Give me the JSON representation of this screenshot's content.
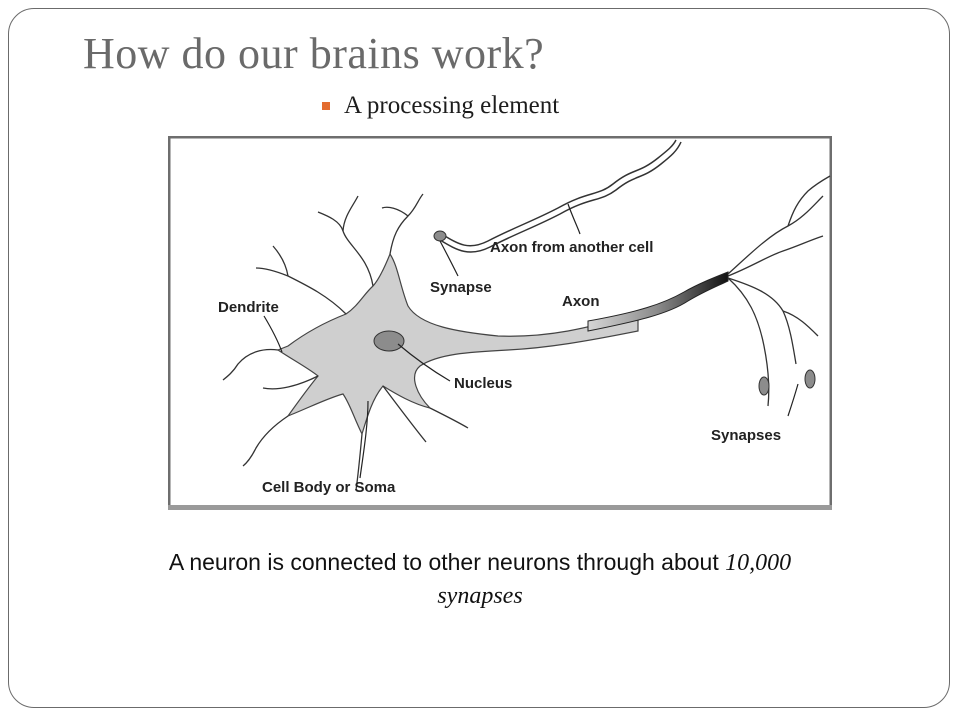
{
  "slide": {
    "title": "How do our brains work?",
    "bullet": "A processing element",
    "caption_before": "A neuron is connected to other neurons through about ",
    "caption_number": "10,000",
    "caption_after": "synapses"
  },
  "diagram": {
    "labels": {
      "dendrite": "Dendrite",
      "synapse": "Synapse",
      "axon_from_another_cell": "Axon from another cell",
      "axon": "Axon",
      "nucleus": "Nucleus",
      "cell_body": "Cell Body or Soma",
      "synapses": "Synapses"
    }
  },
  "colors": {
    "title": "#6a6a6a",
    "bullet_marker": "#e36c2f",
    "frame_border": "#6b6b6b"
  }
}
